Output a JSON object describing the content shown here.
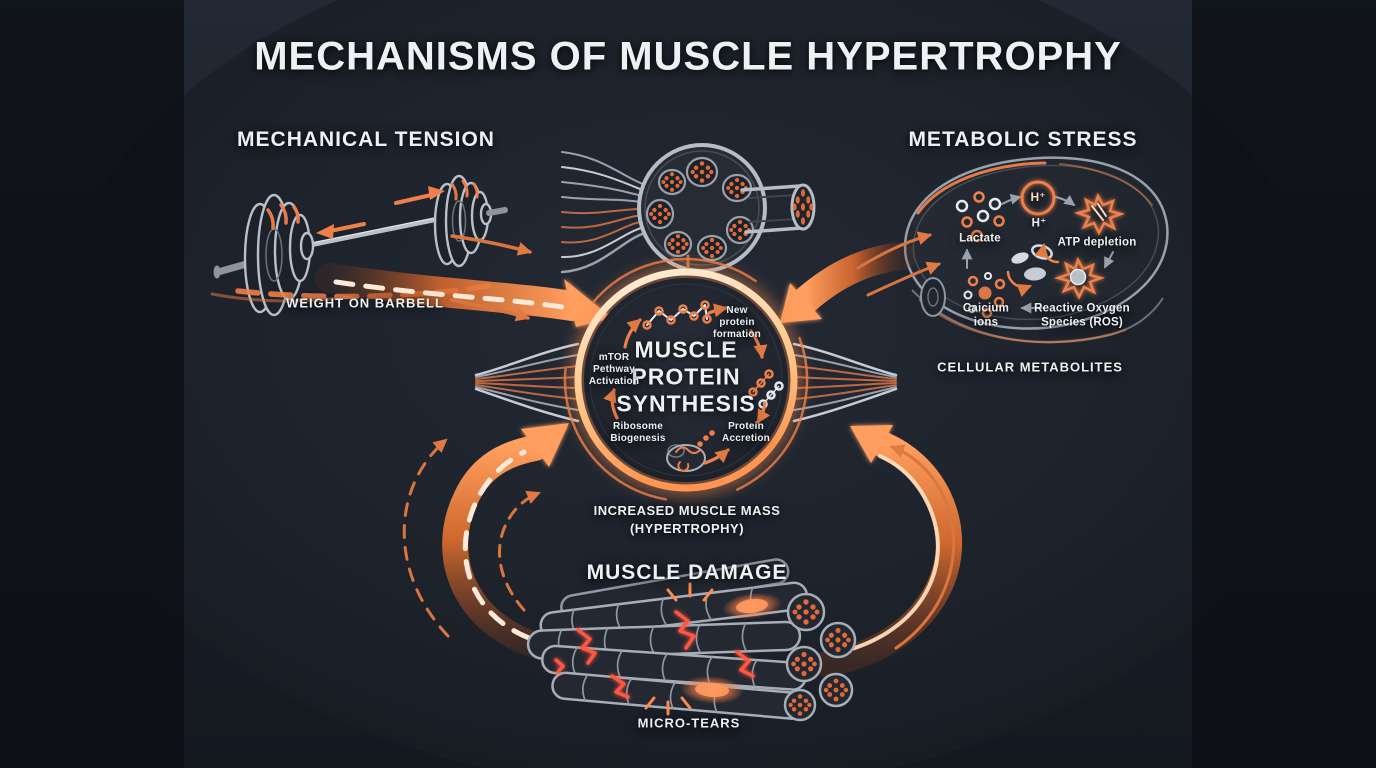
{
  "title": "MECHANISMS OF MUSCLE HYPERTROPHY",
  "mechanical_tension": {
    "heading": "MECHANICAL TENSION",
    "caption": "WEIGHT ON BARBELL"
  },
  "metabolic_stress": {
    "heading": "METABOLIC STRESS",
    "caption": "CELLULAR METABOLITES",
    "hydrogen_symbol": "H⁺",
    "hydrogen_label": "H⁺",
    "lactate_label": "Lactate",
    "atp_label": "ATP depletion",
    "calcium_line1": "Caicium",
    "calcium_line2": "ions",
    "ros_line1": "Reactive Oxygen",
    "ros_line2": "Species (ROS)"
  },
  "muscle_damage": {
    "heading": "MUSCLE DAMAGE",
    "caption": "MICRO-TEARS"
  },
  "center": {
    "line1": "MUSCLE",
    "line2": "PROTEIN",
    "line3": "SYNTHESIS",
    "mtor_line1": "mTOR",
    "mtor_line2": "Pethway",
    "mtor_line3": "Activation",
    "new_protein_line1": "New",
    "new_protein_line2": "protein",
    "new_protein_line3": "formation",
    "accretion_line1": "Protein",
    "accretion_line2": "Accretion",
    "ribosome_line1": "Ribosome",
    "ribosome_line2": "Biogenesis",
    "outcome_line1": "INCREASED MUSCLE MASS",
    "outcome_line2": "(HYPERTROPHY)"
  },
  "colors": {
    "background": "#12161c",
    "accent": "#ef8049",
    "accent_bright": "#ff9e5e",
    "ring_light": "#ffe9cf",
    "tear_red": "#ff5742",
    "line_gray": "#9aa3ad",
    "text": "#eef1f3"
  }
}
